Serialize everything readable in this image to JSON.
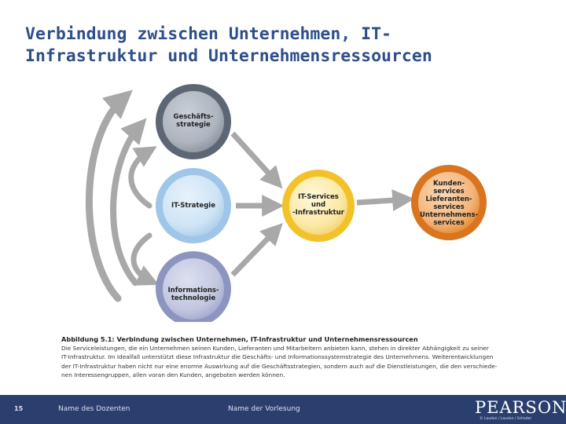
{
  "title": {
    "line1": "Verbindung zwischen Unternehmen, IT-",
    "line2": "Infrastruktur und Unternehmensressourcen"
  },
  "nodes": {
    "strategy": [
      "Geschäfts-",
      "strategie"
    ],
    "it_strategy": [
      "IT-Strategie"
    ],
    "it_tech": [
      "Informations-",
      "technologie"
    ],
    "services": [
      "IT-Services",
      "und",
      "-Infrastruktur"
    ],
    "customers": [
      "Kunden-",
      "services",
      "Lieferanten-",
      "services",
      "Unternehmens-",
      "services"
    ]
  },
  "colors": {
    "strategy": "#5d6674",
    "it_strategy": "#9fc6e8",
    "it_tech": "#8c95c0",
    "services": "#f3c22a",
    "customers": "#e58a2e",
    "arrow": "#a8a8a8",
    "title": "#2f4f8a",
    "footer": "#2b3f6e"
  },
  "caption": {
    "title": "Abbildung 5.1: Verbindung zwischen Unternehmen, IT-Infrastruktur und Unternehmensressourcen",
    "lines": [
      "Die Serviceleistungen, die ein Unternehmen seinen Kunden, Lieferanten und Mitarbeitern anbieten kann, stehen in direkter Abhängigkeit zu seiner",
      "IT-Infrastruktur. Im Idealfall unterstützt diese Infrastruktur die Geschäfts- und Informationssystemstrategie des Unternehmens. Weiterentwicklungen",
      "der IT-Infrastruktur haben nicht nur eine enorme Auswirkung auf die Geschäftsstrategien, sondern auch auf die Dienstleistungen, die den verschiede-",
      "nen Interessengruppen, allen voran den Kunden, angeboten werden können."
    ]
  },
  "footer": {
    "page": "15",
    "lecturer": "Name des Dozenten",
    "lecture": "Name der Vorlesung",
    "brand": "PEARSON",
    "authors": "© Laudon / Laudon / Schoder"
  }
}
